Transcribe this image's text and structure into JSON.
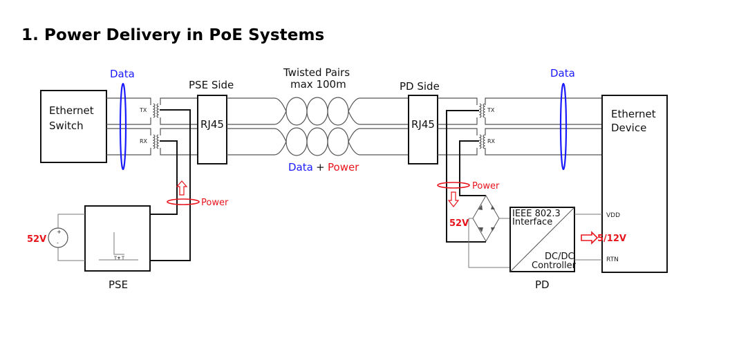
{
  "title": "1. Power Delivery in PoE Systems",
  "colors": {
    "data": "#1a1aff",
    "power": "#e8141c",
    "line": "#111111"
  },
  "labels": {
    "data_left": "Data",
    "data_right": "Data",
    "pse_side": "PSE Side",
    "pd_side": "PD Side",
    "twisted_pairs_line1": "Twisted Pairs",
    "twisted_pairs_line2": "max 100m",
    "data_plus_power_data": "Data",
    "data_plus_power_plus": "+",
    "data_plus_power_power": "Power",
    "power_left": "Power",
    "power_right": "Power",
    "ethernet_switch_line1": "Ethernet",
    "ethernet_switch_line2": "Switch",
    "ethernet_device_line1": "Ethernet",
    "ethernet_device_line2": "Device",
    "rj45_left": "RJ45",
    "rj45_right": "RJ45",
    "tx_left": "TX",
    "rx_left": "RX",
    "tx_right": "TX",
    "rx_right": "RX",
    "pse": "PSE",
    "pd": "PD",
    "v52_left": "52V",
    "v52_right": "52V",
    "ieee_line1": "IEEE 802.3",
    "ieee_line2": "Interface",
    "dcdc_line1": "DC/DC",
    "dcdc_line2": "Controller",
    "vdd": "VDD",
    "rtn": "RTN",
    "output_voltage": "5/12V",
    "source_plus": "+",
    "source_minus": "-"
  }
}
